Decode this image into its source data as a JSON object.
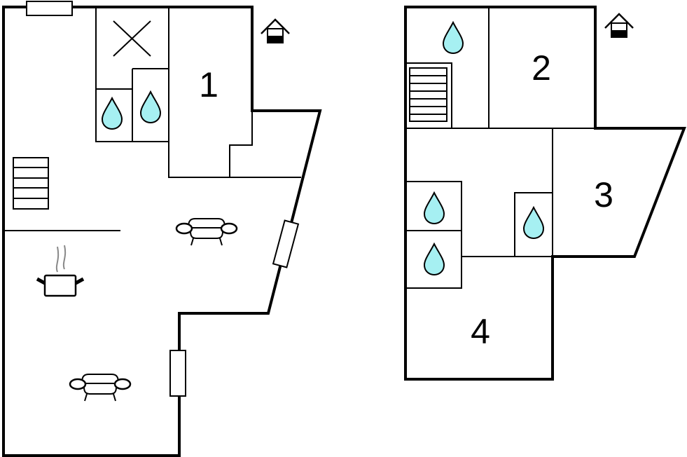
{
  "rooms": {
    "r1": "1",
    "r2": "2",
    "r3": "3",
    "r4": "4"
  },
  "colors": {
    "water": "#a6f0f2",
    "wall": "#000000"
  },
  "icons": [
    "house-icon",
    "water-drop-icon",
    "stairs-icon",
    "sofa-icon",
    "cooking-pot-icon",
    "window-icon",
    "fan-x-icon"
  ]
}
